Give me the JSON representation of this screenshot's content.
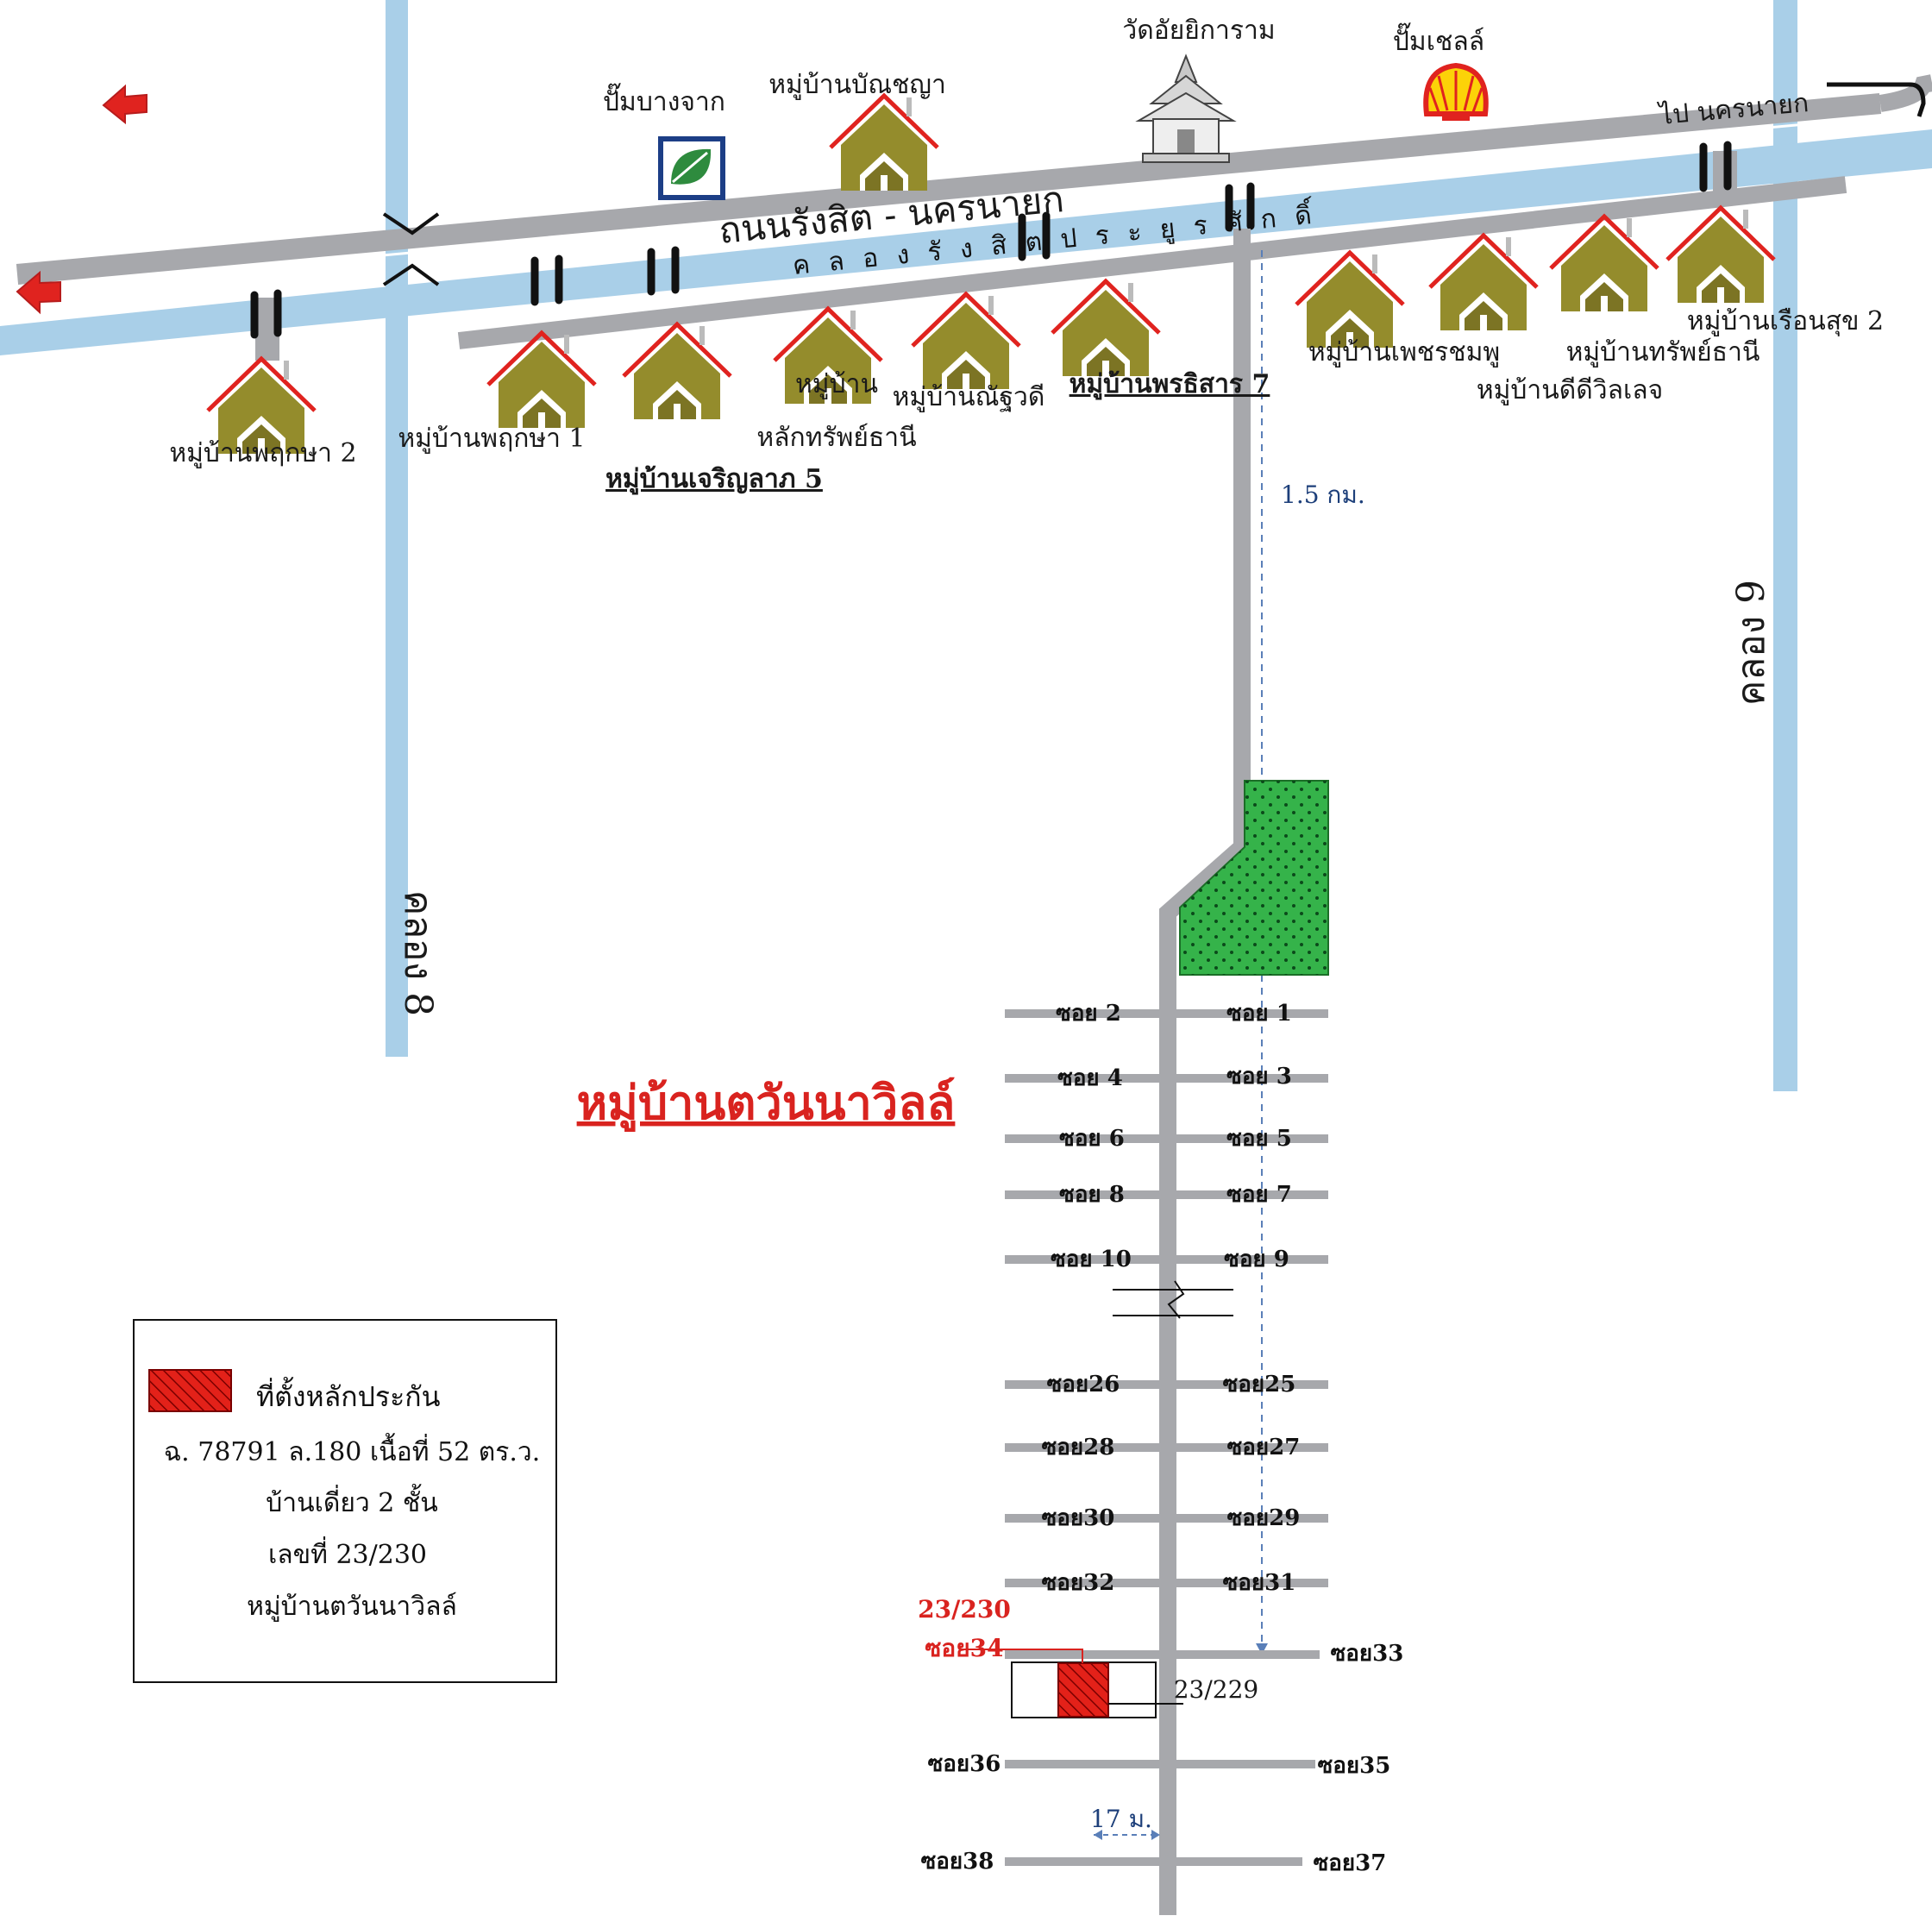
{
  "main_road": {
    "name": "ถนนรังสิต - นครนายก",
    "destination": "ไป นครนายก"
  },
  "canal": {
    "name": "ค ล อ ง รั ง สิ ต ป ร ะ ยู ร ศั ก ดิ์"
  },
  "side_canals": {
    "left": "คลอง 8",
    "right": "คลอง 9"
  },
  "landmarks": {
    "temple": "วัดอัยยิการาม",
    "shell": "ปั๊มเชลล์",
    "bangchak": "ปั๊มบางจาก"
  },
  "villages": {
    "banchaya": "หมู่บ้านบัณชญา",
    "pruksa2": "หมู่บ้านพฤกษา 2",
    "pruksa1": "หมู่บ้านพฤกษา 1",
    "charoenlap5": "หมู่บ้านเจริญลาภ 5",
    "laksap_line1": "หมู่บ้าน",
    "laksap_line2": "หลักทรัพย์ธานี",
    "natthawadi": "หมู่บ้านณัฐวดี",
    "pornsiri7": "หมู่บ้านพรธิสาร 7",
    "petchchompoo": "หมู่บ้านเพชรชมพู",
    "deedee": "หมู่บ้านดีดีวิลเลจ",
    "subthani": "หมู่บ้านทรัพย์ธานี",
    "rueansuk2": "หมู่บ้านเรือนสุข 2",
    "tawanna": "หมู่บ้านตวันนาวิลล์"
  },
  "distances": {
    "main": "1.5 กม.",
    "road_width": "17 ม."
  },
  "sois": {
    "s1": "ซอย 1",
    "s2": "ซอย 2",
    "s3": "ซอย 3",
    "s4": "ซอย 4",
    "s5": "ซอย 5",
    "s6": "ซอย 6",
    "s7": "ซอย 7",
    "s8": "ซอย 8",
    "s9": "ซอย 9",
    "s10": "ซอย 10",
    "s25": "ซอย25",
    "s26": "ซอย26",
    "s27": "ซอย27",
    "s28": "ซอย28",
    "s29": "ซอย29",
    "s30": "ซอย30",
    "s31": "ซอย31",
    "s32": "ซอย32",
    "s33": "ซอย33",
    "s34": "ซอย34",
    "s35": "ซอย35",
    "s36": "ซอย36",
    "s37": "ซอย37",
    "s38": "ซอย38"
  },
  "plots": {
    "target": "23/230",
    "neighbor": "23/229"
  },
  "legend": {
    "title": "ที่ตั้งหลักประกัน",
    "line1": "ฉ. 78791 ล.180  เนื้อที่ 52  ตร.ว.",
    "line2": "บ้านเดี่ยว 2 ชั้น",
    "line3": "เลขที่ 23/230",
    "line4": "หมู่บ้านตวันนาวิลล์"
  },
  "colors": {
    "water": "#a9cfe8",
    "road": "#a7a8ac",
    "house_wall": "#948c2c",
    "house_roof": "#e0231f",
    "park": "#35b34a",
    "target_red": "#e32119",
    "label_red": "#d9231f",
    "label_blue": "#1d3f7a"
  }
}
